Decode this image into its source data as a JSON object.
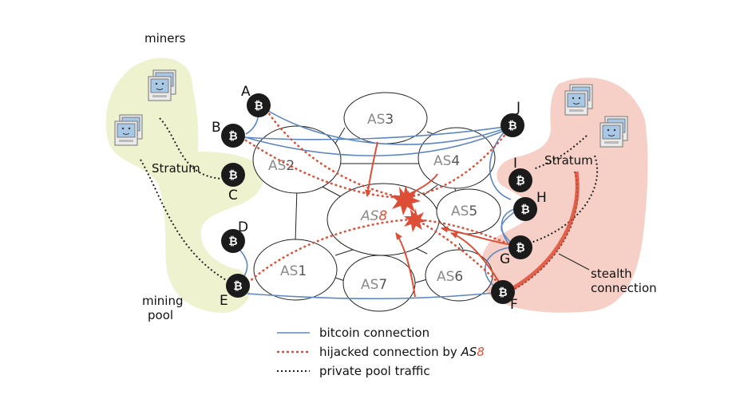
{
  "labels": {
    "miners": "miners",
    "stratum_left": "Stratum",
    "stratum_right": "Stratum",
    "mining_pool_line1": "mining",
    "mining_pool_line2": "pool",
    "stealth_line1": "stealth",
    "stealth_line2": "connection"
  },
  "nodes": {
    "A": "A",
    "B": "B",
    "C": "C",
    "D": "D",
    "E": "E",
    "F": "F",
    "G": "G",
    "H": "H",
    "I": "I",
    "J": "J"
  },
  "as": {
    "as1_prefix": "AS",
    "as1_num": "1",
    "as2_prefix": "AS",
    "as2_num": "2",
    "as3_prefix": "AS",
    "as3_num": "3",
    "as4_prefix": "AS",
    "as4_num": "4",
    "as5_prefix": "AS",
    "as5_num": "5",
    "as6_prefix": "AS",
    "as6_num": "6",
    "as7_prefix": "AS",
    "as7_num": "7",
    "as8_prefix": "AS",
    "as8_num": "8"
  },
  "legend": {
    "bitcoin": "bitcoin connection",
    "hijacked_prefix": "hijacked connection by ",
    "hijacked_as": "AS",
    "hijacked_num": "8",
    "private": "private pool traffic"
  },
  "icons": {
    "bitcoin_node": "bitcoin-icon",
    "miner_computer": "computer-icon",
    "attack": "explosion-icon"
  },
  "colors": {
    "bitcoin_connection": "#5b86c2",
    "hijacked": "#de4e36",
    "private_pool": "#222222",
    "pool_left_fill": "#eef2cf",
    "pool_right_fill": "#f6d0c6",
    "as8_accent": "#e05038"
  }
}
